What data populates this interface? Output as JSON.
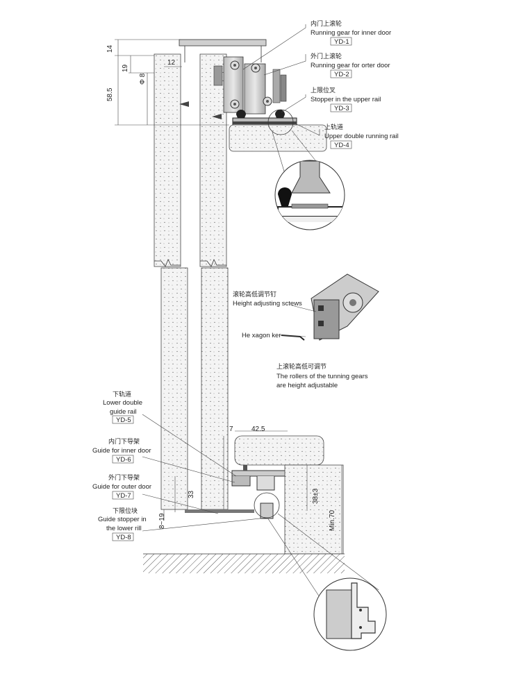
{
  "callouts": {
    "yd1": {
      "cn": "内门上滚轮",
      "en": "Running gear for inner door",
      "code": "YD-1"
    },
    "yd2": {
      "cn": "外门上滚轮",
      "en": "Running gear for orter door",
      "code": "YD-2"
    },
    "yd3": {
      "cn": "上限位叉",
      "en": "Stopper in the upper rail",
      "code": "YD-3"
    },
    "yd4": {
      "cn": "上轨道",
      "en": "Upper double running rail",
      "code": "YD-4"
    },
    "yd5": {
      "cn": "下轨道",
      "en1": "Lower double",
      "en2": "guide rail",
      "code": "YD-5"
    },
    "yd6": {
      "cn": "内门下导架",
      "en": "Guide for inner door",
      "code": "YD-6"
    },
    "yd7": {
      "cn": "外门下导架",
      "en": "Guide for outer door",
      "code": "YD-7"
    },
    "yd8": {
      "cn": "下限位块",
      "en1": "Guide stopper in",
      "en2": "the lower rill",
      "code": "YD-8"
    }
  },
  "notes": {
    "adjust_screws_cn": "滚轮高低调节钉",
    "adjust_screws_en": "Height adjusting sctews",
    "hex_key": "He xagon ker",
    "adjustable_cn": "上滚轮高低可调节",
    "adjustable_en1": "The rollers of the tunning gears",
    "adjustable_en2": "are height adjustable"
  },
  "dimensions": {
    "d14": "14",
    "d19": "19",
    "d58_5": "58.5",
    "d12": "12",
    "phi8": "Φ 8",
    "d7": "7",
    "d42_5": "42.5",
    "d33": "33",
    "d38": "38±3",
    "dmin70": "Min.70",
    "d8_19": "8~19"
  }
}
